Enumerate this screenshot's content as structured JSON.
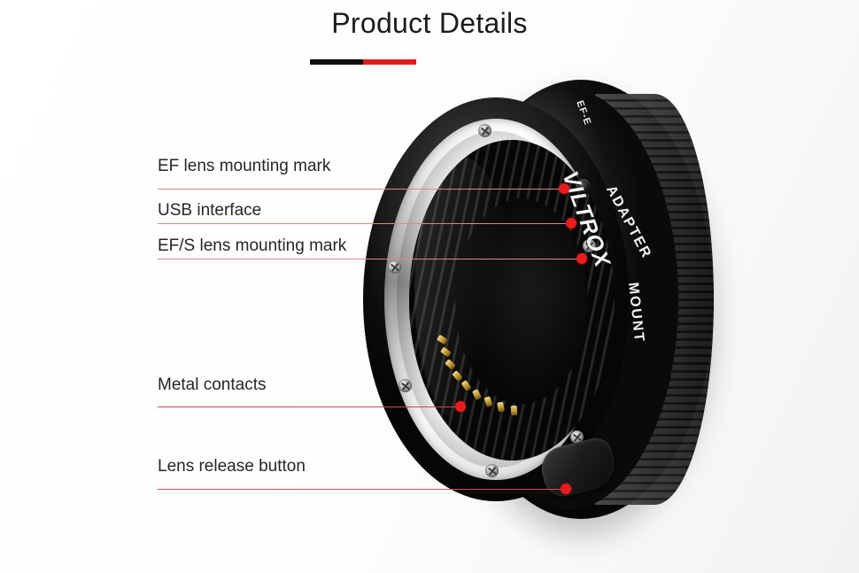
{
  "header": {
    "title": "Product Details",
    "divider": {
      "left_color": "#0d0d0d",
      "right_color": "#e01b1b"
    }
  },
  "product": {
    "brand": "VILTROX",
    "model": "EF-E",
    "line1": "MOUNT",
    "line2": "ADAPTER"
  },
  "callouts": [
    {
      "id": "ef-lens-mounting-mark",
      "label": "EF lens mounting mark"
    },
    {
      "id": "usb-interface",
      "label": "USB interface"
    },
    {
      "id": "ef-s-lens-mounting-mark",
      "label": "EF/S lens mounting mark"
    },
    {
      "id": "metal-contacts",
      "label": "Metal contacts"
    },
    {
      "id": "lens-release-button",
      "label": "Lens release button"
    }
  ],
  "colors": {
    "background": "#fdfdfd",
    "title_text": "#1b1b1b",
    "callout_text": "#262626",
    "callout_line": "#d98a8a",
    "callout_dot": "#e81c1c",
    "accent_red": "#e01b1b",
    "body_black": "#0d0d0d",
    "chrome": "#d6d6d6",
    "contact_gold": "#b8912f"
  }
}
